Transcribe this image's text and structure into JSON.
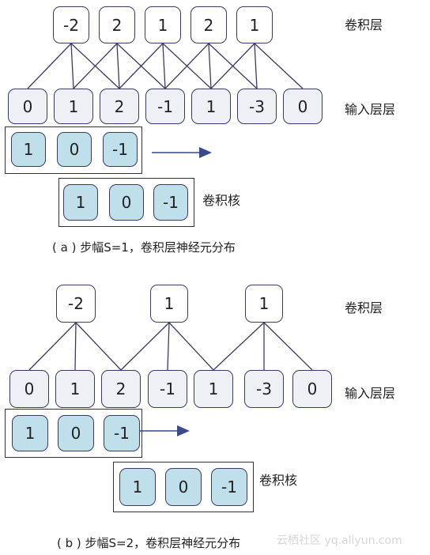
{
  "panel_a": {
    "conv_values": [
      "-2",
      "2",
      "1",
      "2",
      "1"
    ],
    "input_values": [
      "0",
      "1",
      "2",
      "-1",
      "1",
      "-3",
      "0"
    ],
    "kernel_values": [
      "1",
      "0",
      "-1"
    ],
    "label_conv": "卷积层",
    "label_input": "输入层层",
    "label_kernel": "卷积核",
    "caption": "( a ) 步幅S=1，卷积层神经元分布"
  },
  "panel_b": {
    "conv_values": [
      "-2",
      "1",
      "1"
    ],
    "input_values": [
      "0",
      "1",
      "2",
      "-1",
      "1",
      "-3",
      "0"
    ],
    "kernel_values": [
      "1",
      "0",
      "-1"
    ],
    "label_conv": "卷积层",
    "label_input": "输入层层",
    "label_kernel": "卷积核",
    "caption": "( b ) 步幅S=2，卷积层神经元分布"
  },
  "watermark": "云栖社区 yq.aliyun.com",
  "colors": {
    "line": "#3b3b62",
    "arrow": "#3a4a8c",
    "kernel_fill": "#bfe0ea",
    "input_fill": "#eef0f4"
  }
}
